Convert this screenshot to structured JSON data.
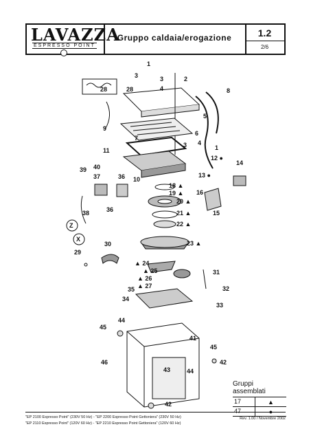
{
  "header": {
    "logo_text": "LAVAZZA",
    "logo_subtitle": "ESPRESSO POINT",
    "title": "Gruppo caldaia/erogazione",
    "section": "1.2",
    "page": "2/6"
  },
  "diagram": {
    "callouts": [
      "1",
      "2",
      "3",
      "3",
      "4",
      "5",
      "6",
      "7",
      "8",
      "9",
      "10",
      "11",
      "12 ●",
      "13 ●",
      "14",
      "15",
      "16",
      "18 ▲",
      "19 ▲",
      "20 ▲",
      "21 ▲",
      "22 ▲",
      "23 ▲",
      "▲ 24",
      "▲ 25",
      "▲ 26",
      "▲ 27",
      "28",
      "28",
      "29",
      "30",
      "31",
      "32",
      "33",
      "34",
      "35",
      "36",
      "36",
      "37",
      "38",
      "39",
      "40",
      "41",
      "42",
      "42",
      "43",
      "44",
      "44",
      "45",
      "45",
      "46",
      "3",
      "4",
      "1",
      "Z",
      "X"
    ]
  },
  "legend": {
    "title": "Gruppi assemblati",
    "rows": [
      {
        "num": "17",
        "symbol": "▲"
      },
      {
        "num": "47",
        "symbol": "●"
      }
    ]
  },
  "footer": {
    "line1": "\"EP 2100 Espresso Point\" (230V 50 Hz) - \"EP 2200 Espresso Point Gettoniera\" (230V 50 Hz)",
    "line2": "\"EP 2110 Espresso Point\" (120V 60 Hz) - \"EP 2210 Espresso Point Gettoniera\" (120V 60 Hz)",
    "revision": "Rev. 1.00 / Novembre 2002"
  }
}
